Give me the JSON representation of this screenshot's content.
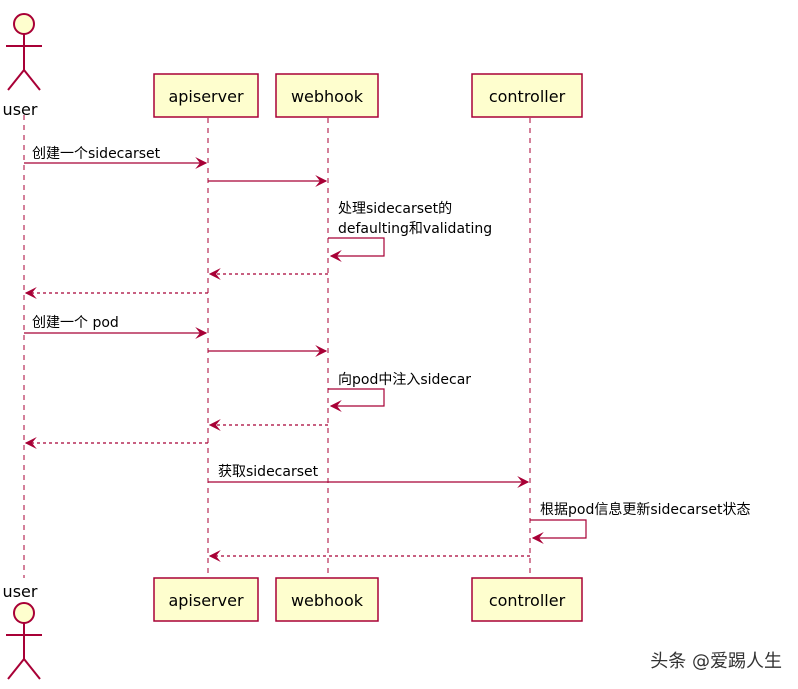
{
  "participants": {
    "user": "user",
    "apiserver": "apiserver",
    "webhook": "webhook",
    "controller": "controller"
  },
  "messages": [
    {
      "label": "创建一个sidecarset"
    },
    {
      "label": "处理sidecarset的"
    },
    {
      "label": "defaulting和validating"
    },
    {
      "label": "创建一个 pod"
    },
    {
      "label": "向pod中注入sidecar"
    },
    {
      "label": "获取sidecarset"
    },
    {
      "label": "根据pod信息更新sidecarset状态"
    }
  ],
  "watermark": "头条 @爱踢人生",
  "colors": {
    "line": "#A80036",
    "box_fill": "#FEFECE",
    "text": "#000000"
  }
}
